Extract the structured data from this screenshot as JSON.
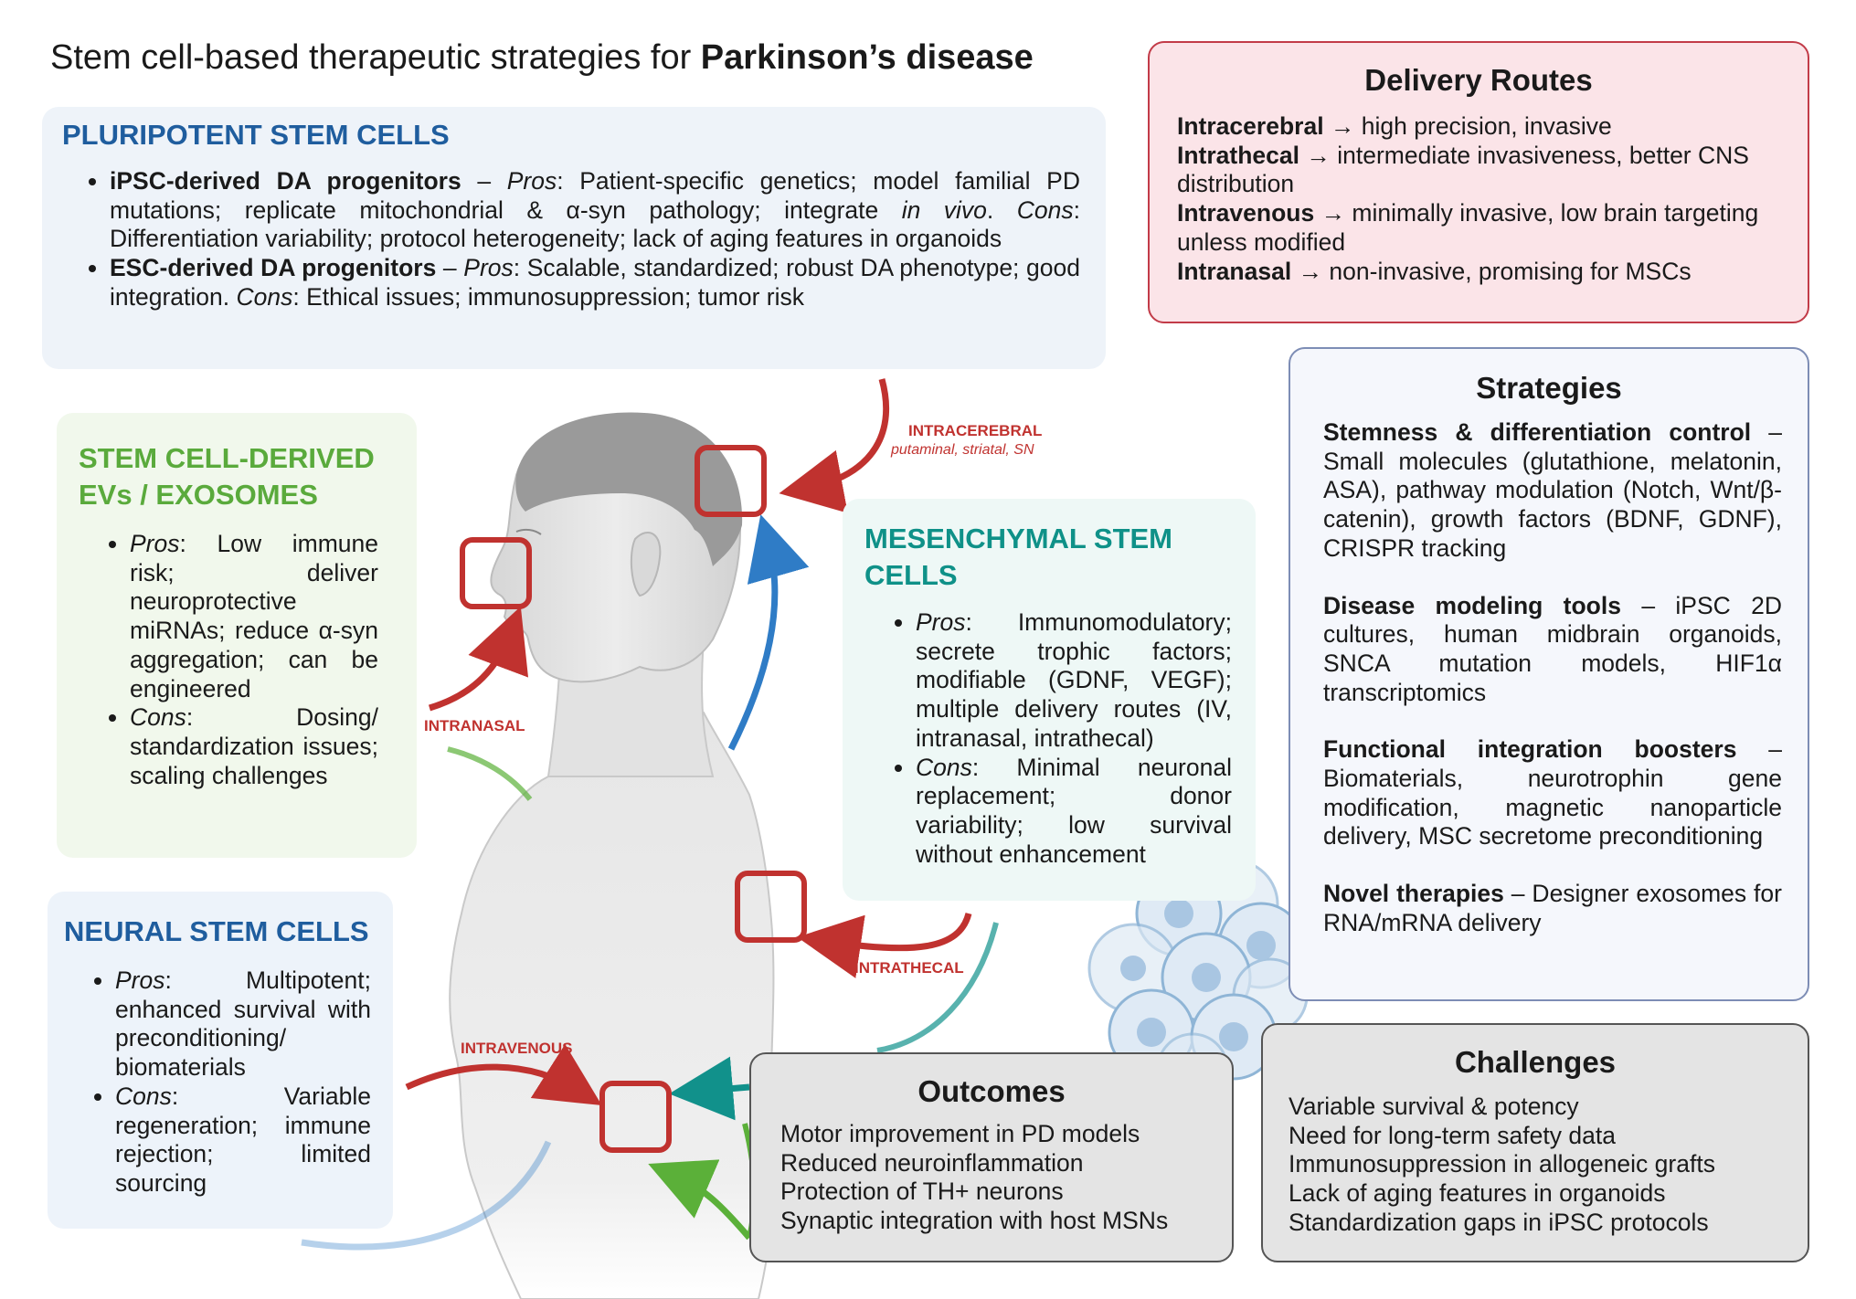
{
  "title": {
    "normal": "Stem cell-based therapeutic strategies for ",
    "bold": "Parkinson’s disease"
  },
  "pluripotent": {
    "heading": "PLURIPOTENT STEM CELLS",
    "items": [
      {
        "bold": "iPSC-derived DA progenitors",
        "dash": " – ",
        "pros": "Pros",
        "t1": ": Patient-specific genetics; model familial PD mutations; replicate mitochondrial & α-syn pathology; integrate ",
        "it1": "in vivo",
        "t2": ". ",
        "cons": "Cons",
        "t3": ": Differentiation variability; protocol heterogeneity; lack of aging features in organoids"
      },
      {
        "bold": "ESC-derived DA progenitors",
        "dash": " – ",
        "pros": "Pros",
        "t1": ": Scalable, standardized; robust DA phenotype; good integration. ",
        "cons": "Cons",
        "t3": ": Ethical issues; immunosuppression; tumor risk"
      }
    ]
  },
  "evs": {
    "heading": [
      "STEM CELL-DERIVED",
      "EVs / EXOSOMES"
    ],
    "items": [
      {
        "label": "Pros",
        "text": ": Low immune risk; deliver neuroprotective miRNAs; reduce α-syn aggregation; can be engineered"
      },
      {
        "label": "Cons",
        "text": ": Dosing/ standardization issues; scaling challenges"
      }
    ]
  },
  "nsc": {
    "heading": "NEURAL STEM CELLS",
    "items": [
      {
        "label": "Pros",
        "text": ": Multipotent; enhanced survival with preconditioning/ biomaterials"
      },
      {
        "label": "Cons",
        "text": ": Variable regeneration; immune rejection; limited sourcing"
      }
    ]
  },
  "msc": {
    "heading": [
      "MESENCHYMAL STEM",
      "CELLS"
    ],
    "items": [
      {
        "label": "Pros",
        "text": ": Immunomodulatory; secrete trophic factors; modifiable (GDNF, VEGF); multiple delivery routes (IV, intranasal, intrathecal)"
      },
      {
        "label": "Cons",
        "text": ": Minimal neuronal replacement; donor variability; low survival without enhancement"
      }
    ]
  },
  "delivery": {
    "heading": "Delivery Routes",
    "lines": [
      {
        "bold": "Intracerebral",
        "text": " → high precision, invasive"
      },
      {
        "bold": "Intrathecal",
        "text": " → intermediate invasiveness, better CNS distribution"
      },
      {
        "bold": "Intravenous",
        "text": " → minimally invasive, low brain targeting unless modified"
      },
      {
        "bold": "Intranasal",
        "text": " → non-invasive, promising for MSCs"
      }
    ]
  },
  "strategies": {
    "heading": "Strategies",
    "items": [
      {
        "bold": "Stemness & differentiation control",
        "text": " – Small molecules (glutathione, melatonin, ASA), pathway modulation (Notch, Wnt/β-catenin), growth factors (BDNF, GDNF), CRISPR tracking"
      },
      {
        "bold": "Disease modeling tools",
        "text": " – iPSC 2D cultures, human midbrain organoids, SNCA mutation models, HIF1α transcriptomics"
      },
      {
        "bold": "Functional integration boosters",
        "text": " – Biomaterials, neurotrophin gene modification, magnetic nanoparticle delivery, MSC secretome preconditioning"
      },
      {
        "bold": "Novel therapies",
        "text": " – Designer exosomes for RNA/mRNA delivery"
      }
    ]
  },
  "outcomes": {
    "heading": "Outcomes",
    "lines": [
      "Motor improvement in PD models",
      "Reduced neuroinflammation",
      "Protection of TH+ neurons",
      "Synaptic integration with host MSNs"
    ]
  },
  "challenges": {
    "heading": "Challenges",
    "lines": [
      "Variable survival & potency",
      "Need for long-term safety data",
      "Immunosuppression in allogeneic grafts",
      "Lack of aging features in organoids",
      "Standardization gaps in iPSC protocols"
    ]
  },
  "routes": {
    "intracerebral": "INTRACEREBRAL",
    "intracerebral_sub": "putaminal, striatal, SN",
    "intranasal": "INTRANASAL",
    "intrathecal": "INTRATHECAL",
    "intravenous": "INTRAVENOUS"
  },
  "colors": {
    "pluripotent_bg": "#eef3f9",
    "pluripotent_head": "#1f5d9e",
    "evs_bg": "#f1f8ec",
    "evs_head": "#5aaa3c",
    "nsc_bg": "#edf3fa",
    "msc_bg": "#eef8f6",
    "msc_head": "#0f9188",
    "delivery_bg": "#fbe4e8",
    "delivery_border": "#c23b48",
    "strategies_bg": "#f5f7fc",
    "strategies_border": "#7d8db5",
    "grey_box": "#e4e4e4",
    "grey_border": "#555555",
    "route_red": "#c0322f",
    "route_blue": "#2f7cc6",
    "route_green": "#5bb039",
    "route_teal": "#11918b"
  }
}
